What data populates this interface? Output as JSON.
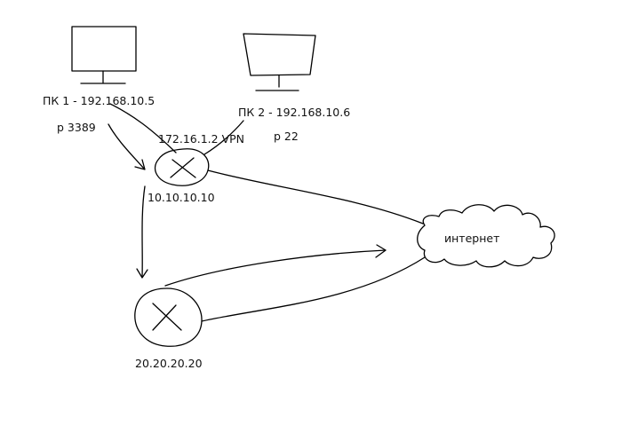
{
  "diagram": {
    "pc1": {
      "label": "ПК 1 - 192.168.10.5",
      "port": "р 3389"
    },
    "pc2": {
      "label": "ПК 2 - 192.168.10.6",
      "port": "р 22"
    },
    "router1": {
      "ip": "10.10.10.10",
      "vpn_label": "172.16.1.2 VPN"
    },
    "router2": {
      "ip": "20.20.20.20"
    },
    "cloud": {
      "label": "интернет"
    }
  }
}
